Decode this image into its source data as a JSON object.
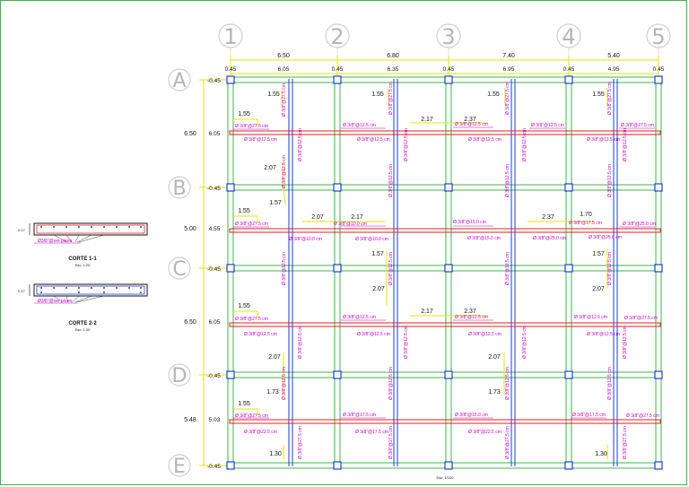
{
  "axes": {
    "numbers": [
      "1",
      "2",
      "3",
      "4",
      "5"
    ],
    "letters": [
      "A",
      "B",
      "C",
      "D",
      "E"
    ]
  },
  "dims": {
    "top_spans": [
      "6.50",
      "6.80",
      "7.40",
      "5.40"
    ],
    "inner_spans": [
      "6.05",
      "6.35",
      "6.95",
      "4.95"
    ],
    "col_widths": [
      "0.45",
      "0.45",
      "0.45",
      "0.45",
      "0.45"
    ],
    "row_levels": [
      "-0.45",
      "-0.45",
      "-0.45",
      "-0.45",
      "-0.45"
    ],
    "left_spans": [
      "6.50",
      "5.00",
      "6.50",
      "5.48"
    ],
    "left_inner": [
      "6.05",
      "4.55",
      "6.05",
      "5.03"
    ]
  },
  "lengths": {
    "l155": "1.55",
    "l207": "2.07",
    "l157": "1.57",
    "l217": "2.17",
    "l237": "2.37",
    "l170": "1.70",
    "l173": "1.73",
    "l130": "1.30"
  },
  "bars": {
    "b1": "Ø 3/8\"@27.5 cm",
    "b2": "Ø 3/8\"@12.5 cm",
    "b3": "Ø 3/8\"@10.0 cm",
    "b4": "Ø 3/8\"@15.0 cm",
    "b5": "Ø 3/8\"@17.5 cm",
    "b6": "Ø 3/8\"@25.0 cm",
    "b7": "Ø 3/8\"@22.5 cm"
  },
  "sections": {
    "s1_title": "CORTE 1-1",
    "s1_scale": "Esc: 1:20",
    "s1_height": "0.17",
    "s1_bar": "Ø3/8\"@ver plano",
    "s2_title": "CORTE 2-2",
    "s2_scale": "Esc: 1:20",
    "s2_height": "0.17",
    "s2_bar": "Ø3/8\"@ver plano"
  },
  "plan_scale": "Esc: 1/100",
  "colors": {
    "beam_green": "#3bb54a",
    "dim_yellow": "#e6e600",
    "rebar_red": "#e02020",
    "rebar_blue": "#1a3fd6",
    "label_magenta": "#c000c0",
    "column_blue": "#1a3fd6",
    "axis_grey": "#b5b5b5"
  }
}
